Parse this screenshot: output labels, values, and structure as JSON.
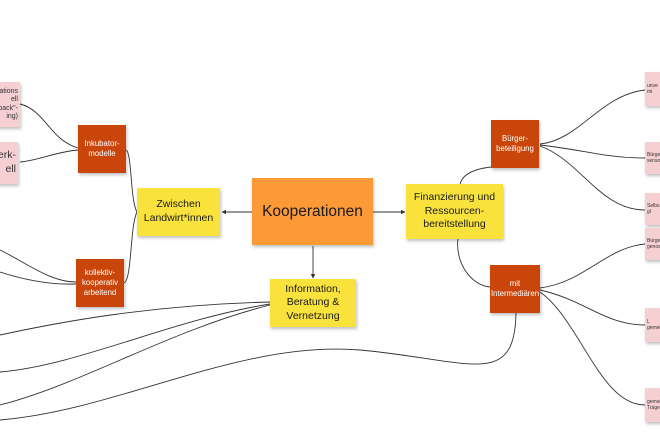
{
  "center": {
    "label": "Kooperationen"
  },
  "branches": {
    "farmers": "Zwischen\nLandwirt*innen",
    "information": "Information,\nBeratung &\nVernetzung",
    "financing": "Finanzierung und\nRessourcen-\nbereitstellung"
  },
  "subtopics": {
    "incubator": "Inkubator-\nmodelle",
    "collective": "kollektiv-\nkooperativ\narbeitend",
    "citizen": "Bürger-\nbeteiligung",
    "intermediaries": "mit\nIntermediären"
  },
  "leaves": {
    "left_top": "ations\nell\nback\"-\ning)",
    "left_mid": "werk-\nell",
    "right_1": "unve\nmi",
    "right_2": "Bürge\nsenso",
    "right_3": "Selbs\ngl",
    "right_4": "Bürge\ngenoss",
    "right_5": "L\ngemei",
    "right_6": "gemei\nTräger"
  },
  "colors": {
    "center": "#fb9a36",
    "branch": "#f9e23c",
    "subtopic": "#c9450a",
    "leaf": "#f6cfd3",
    "connector": "#333333"
  }
}
